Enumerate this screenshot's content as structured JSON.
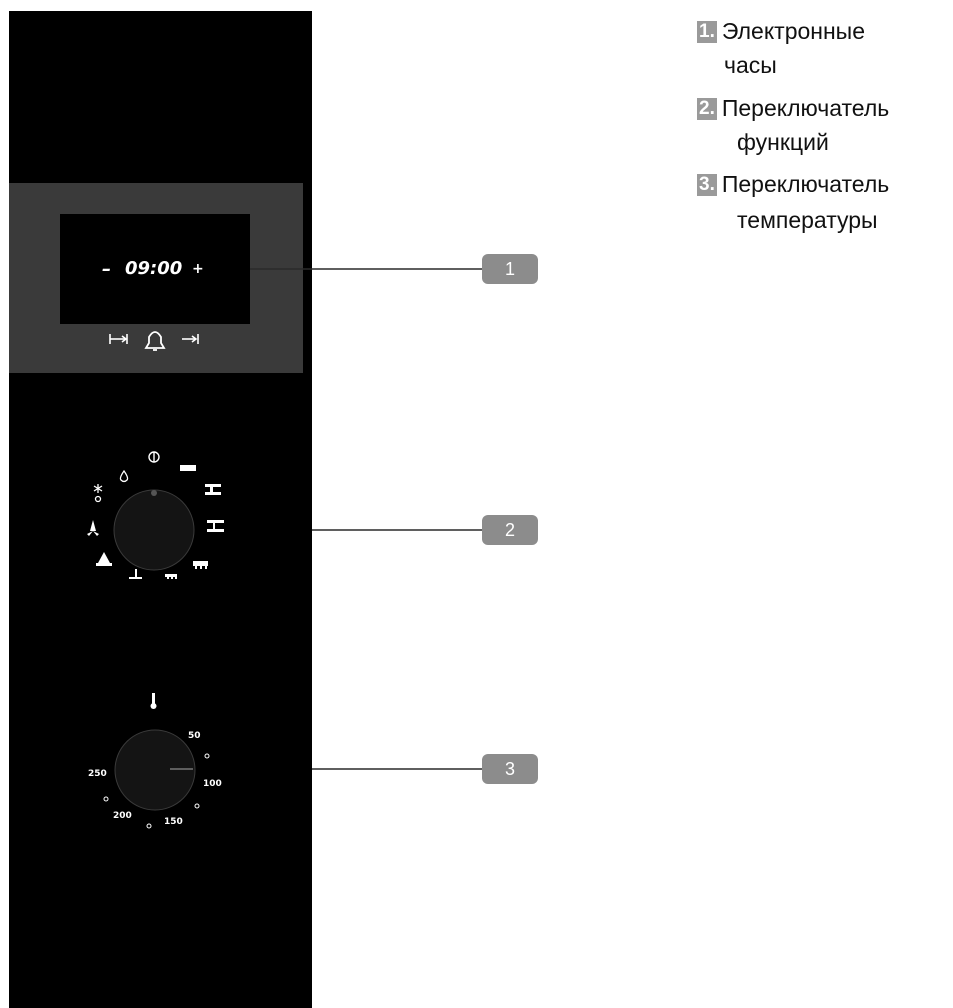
{
  "clock": {
    "minus": "–",
    "time": "09:00",
    "plus": "+"
  },
  "callouts": [
    "1",
    "2",
    "3"
  ],
  "legend": [
    {
      "num": "1.",
      "line1": "Электронные",
      "line2": "часы"
    },
    {
      "num": "2.",
      "line1": "Переключатель",
      "line2": "функций"
    },
    {
      "num": "3.",
      "line1": "Переключатель",
      "line2": "температуры"
    }
  ],
  "temperature_dial": {
    "labels": {
      "t50": "50",
      "t100": "100",
      "t150": "150",
      "t200": "200",
      "t250": "250"
    }
  },
  "icons": {
    "clock_buttons": [
      "duration-icon",
      "bell-icon",
      "end-time-icon"
    ],
    "function_dial": [
      "power-off-icon",
      "top-heat-icon",
      "grill-icon",
      "top-bottom-heat-icon",
      "bottom-heat-icon",
      "bottom-grill-icon",
      "base-icon",
      "fan-base-icon",
      "fan-icon",
      "defrost-icon",
      "water-drop-icon"
    ],
    "temperature_dial": [
      "thermometer-icon"
    ]
  },
  "colors": {
    "panel": "#000000",
    "clock_frame": "#3a3a3a",
    "callout_badge": "#8c8c8c",
    "legend_number_badge": "#9a9a9a",
    "knob": "#141414"
  }
}
